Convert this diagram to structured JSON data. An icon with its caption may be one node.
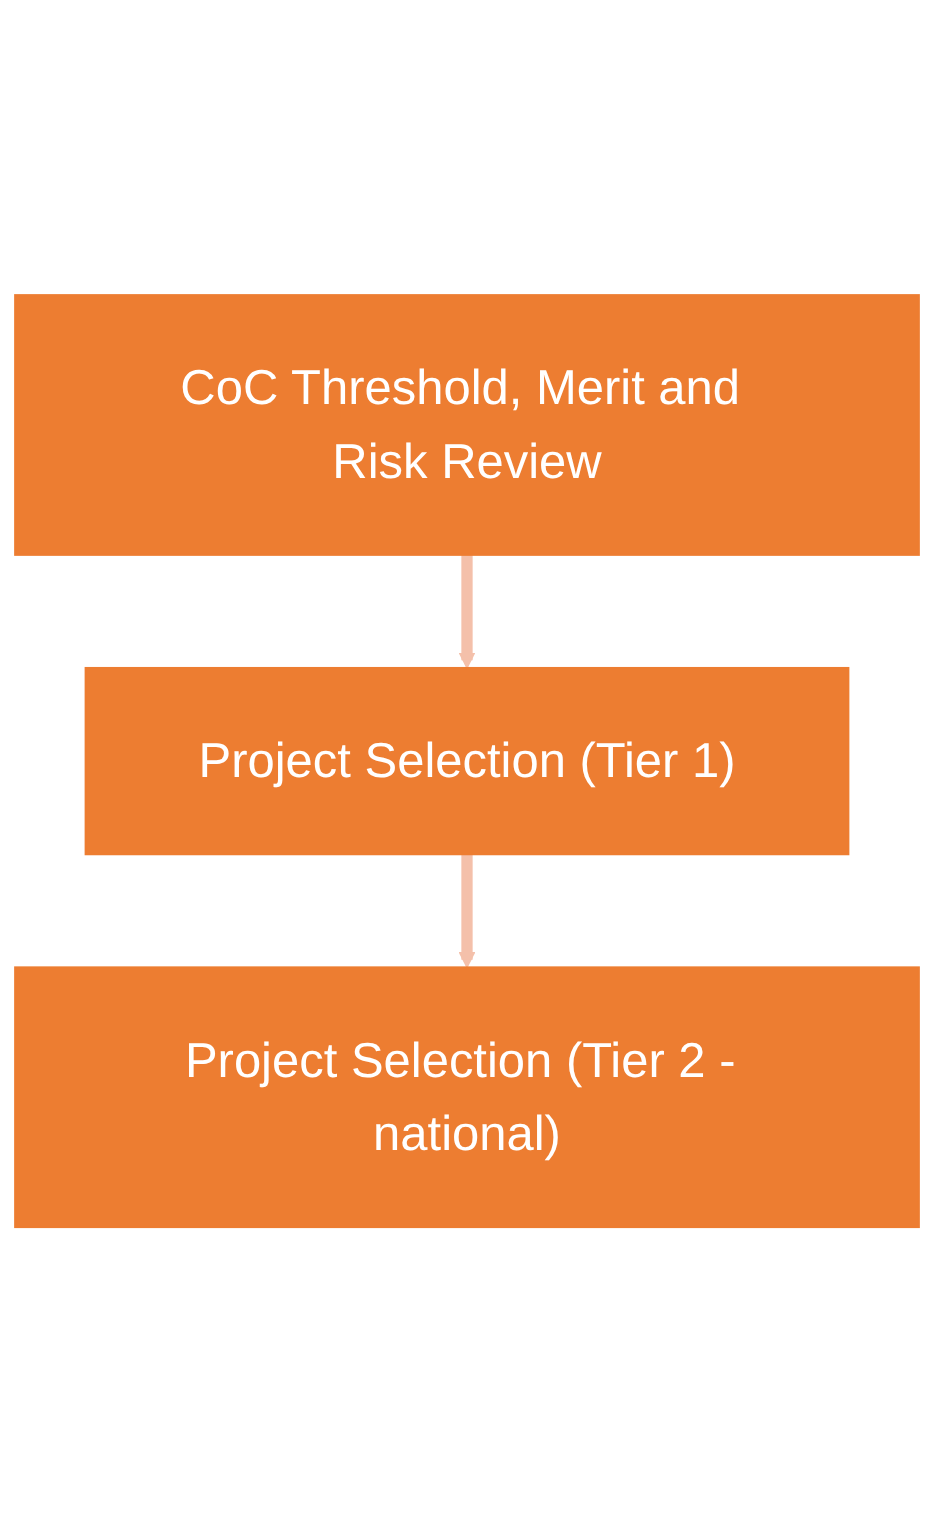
{
  "diagram": {
    "nodes": [
      {
        "text": [
          "CoC Threshold, Merit and Risk Review"
        ]
      },
      {
        "text": [
          "Project Selection (Tier 1)"
        ]
      },
      {
        "text": [
          "Project Selection (Tier 2 - national)"
        ]
      }
    ],
    "edges": [
      {
        "from": 0,
        "to": 1,
        "arrow": "to"
      },
      {
        "from": 1,
        "to": 2,
        "arrow": "to"
      }
    ]
  }
}
